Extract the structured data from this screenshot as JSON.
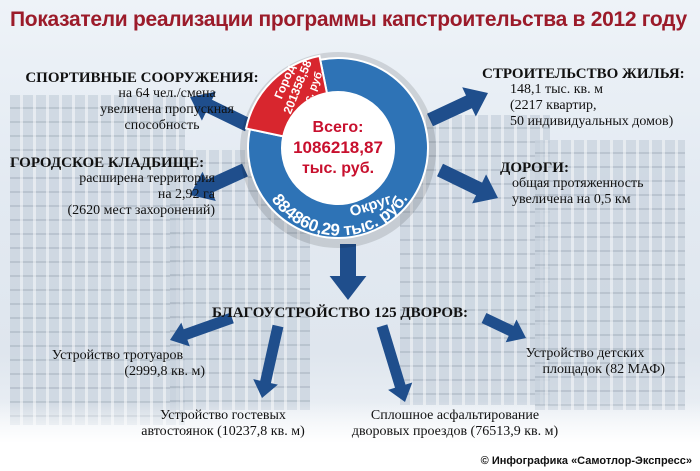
{
  "title": "Показатели реализации программы капстроительства в 2012 году",
  "center": {
    "total_label": "Всего:",
    "total_value": "1086218,87",
    "total_unit": "тыс. руб.",
    "city_label": "Город",
    "city_value": "201358,58",
    "city_unit": "тыс. руб.",
    "district_label": "Округ",
    "district_value": "884860,29 тыс. руб.",
    "city_share": 0.185,
    "colors": {
      "city": "#d8262e",
      "district": "#2e73b6",
      "inner": "#ffffff",
      "total_text": "#c8102e"
    }
  },
  "sport": {
    "head": "СПОРТИВНЫЕ СООРУЖЕНИЯ:",
    "lines": [
      "на 64 чел./смена",
      "увеличена пропускная",
      "способность"
    ]
  },
  "cemetery": {
    "head": "ГОРОДСКОЕ КЛАДБИЩЕ:",
    "lines": [
      "расширена территория",
      "на 2,92 га",
      "(2620 мест захоронений)"
    ]
  },
  "housing": {
    "head": "СТРОИТЕЛЬСТВО ЖИЛЬЯ:",
    "lines": [
      "148,1 тыс. кв. м",
      "(2217 квартир,",
      "50 индивидуальных домов)"
    ]
  },
  "roads": {
    "head": "ДОРОГИ:",
    "lines": [
      "общая протяженность",
      "увеличена на 0,5 км"
    ]
  },
  "yards": {
    "head": "БЛАГОУСТРОЙСТВО 125 ДВОРОВ:"
  },
  "sidewalks": {
    "lines": [
      "Устройство тротуаров",
      "(2999,8 кв. м)"
    ]
  },
  "parking": {
    "lines": [
      "Устройство гостевых",
      "автостоянок (10237,8 кв. м)"
    ]
  },
  "asphalt": {
    "lines": [
      "Сплошное асфальтирование",
      "дворовых проездов (76513,9 кв. м)"
    ]
  },
  "playgrounds": {
    "lines": [
      "Устройство детских",
      "площадок (82 МАФ)"
    ]
  },
  "credit": "© Инфографика «Самотлор-Экспресс»",
  "arrow_color": "#1f4e8c"
}
